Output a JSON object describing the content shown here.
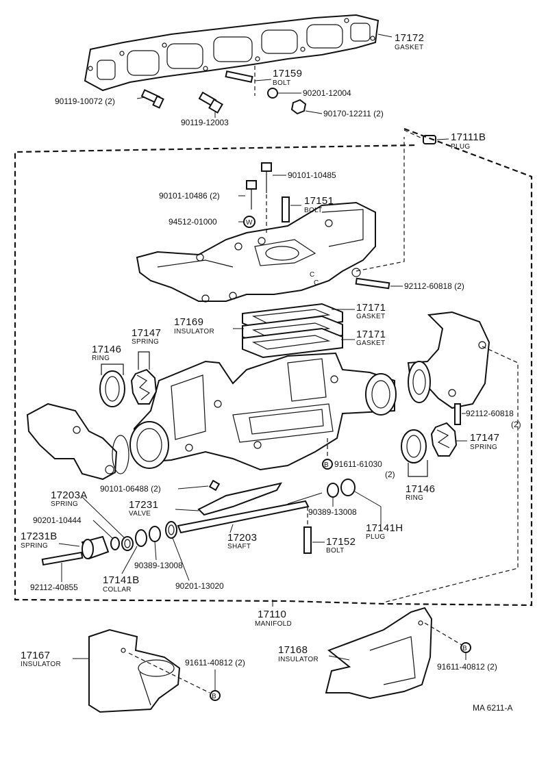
{
  "parts": {
    "p17172": {
      "num": "17172",
      "name": "GASKET"
    },
    "p17159": {
      "num": "17159",
      "name": "BOLT"
    },
    "p90201_12004": {
      "num": "90201-12004"
    },
    "p90119_10072": {
      "num": "90119-10072 (2)"
    },
    "p90119_12003": {
      "num": "90119-12003"
    },
    "p90170_12211": {
      "num": "90170-12211 (2)"
    },
    "p17111B": {
      "num": "17111B",
      "name": "PLUG"
    },
    "p90101_10485": {
      "num": "90101-10485"
    },
    "p90101_10486": {
      "num": "90101-10486 (2)"
    },
    "p17151": {
      "num": "17151",
      "name": "BOLT"
    },
    "p94512_01000": {
      "num": "94512-01000"
    },
    "p92112_60818_a": {
      "num": "92112-60818 (2)"
    },
    "p17171_a": {
      "num": "17171",
      "name": "GASKET"
    },
    "p17169": {
      "num": "17169",
      "name": "INSULATOR"
    },
    "p17171_b": {
      "num": "17171",
      "name": "GASKET"
    },
    "p17147_a": {
      "num": "17147",
      "name": "SPRING"
    },
    "p17146_a": {
      "num": "17146",
      "name": "RING"
    },
    "p92112_60818_b": {
      "num": "92112-60818",
      "qty": "(2)"
    },
    "p17147_b": {
      "num": "17147",
      "name": "SPRING"
    },
    "p91611_61030": {
      "num": "91611-61030",
      "qty": "(2)"
    },
    "p17146_b": {
      "num": "17146",
      "name": "RING"
    },
    "p90101_06488": {
      "num": "90101-06488 (2)"
    },
    "p17203A": {
      "num": "17203A",
      "name": "SPRING"
    },
    "p17231": {
      "num": "17231",
      "name": "VALVE"
    },
    "p90201_10444": {
      "num": "90201-10444"
    },
    "p90389_13008_a": {
      "num": "90389-13008"
    },
    "p17141H": {
      "num": "17141H",
      "name": "PLUG"
    },
    "p17231B": {
      "num": "17231B",
      "name": "SPRING"
    },
    "p17203": {
      "num": "17203",
      "name": "SHAFT"
    },
    "p17152": {
      "num": "17152",
      "name": "BOLT"
    },
    "p90389_13008_b": {
      "num": "90389-13008"
    },
    "p17141B": {
      "num": "17141B",
      "name": "COLLAR"
    },
    "p92112_40855": {
      "num": "92112-40855"
    },
    "p90201_13020": {
      "num": "90201-13020"
    },
    "p17110": {
      "num": "17110",
      "name": "MANIFOLD"
    },
    "p17167": {
      "num": "17167",
      "name": "INSULATOR"
    },
    "p91611_40812_a": {
      "num": "91611-40812 (2)"
    },
    "p17168": {
      "num": "17168",
      "name": "INSULATOR"
    },
    "p91611_40812_b": {
      "num": "91611-40812 (2)"
    }
  },
  "callout_letters": {
    "w": "W",
    "b": "B",
    "c": "C"
  },
  "figure_code": "MA  6211-A"
}
